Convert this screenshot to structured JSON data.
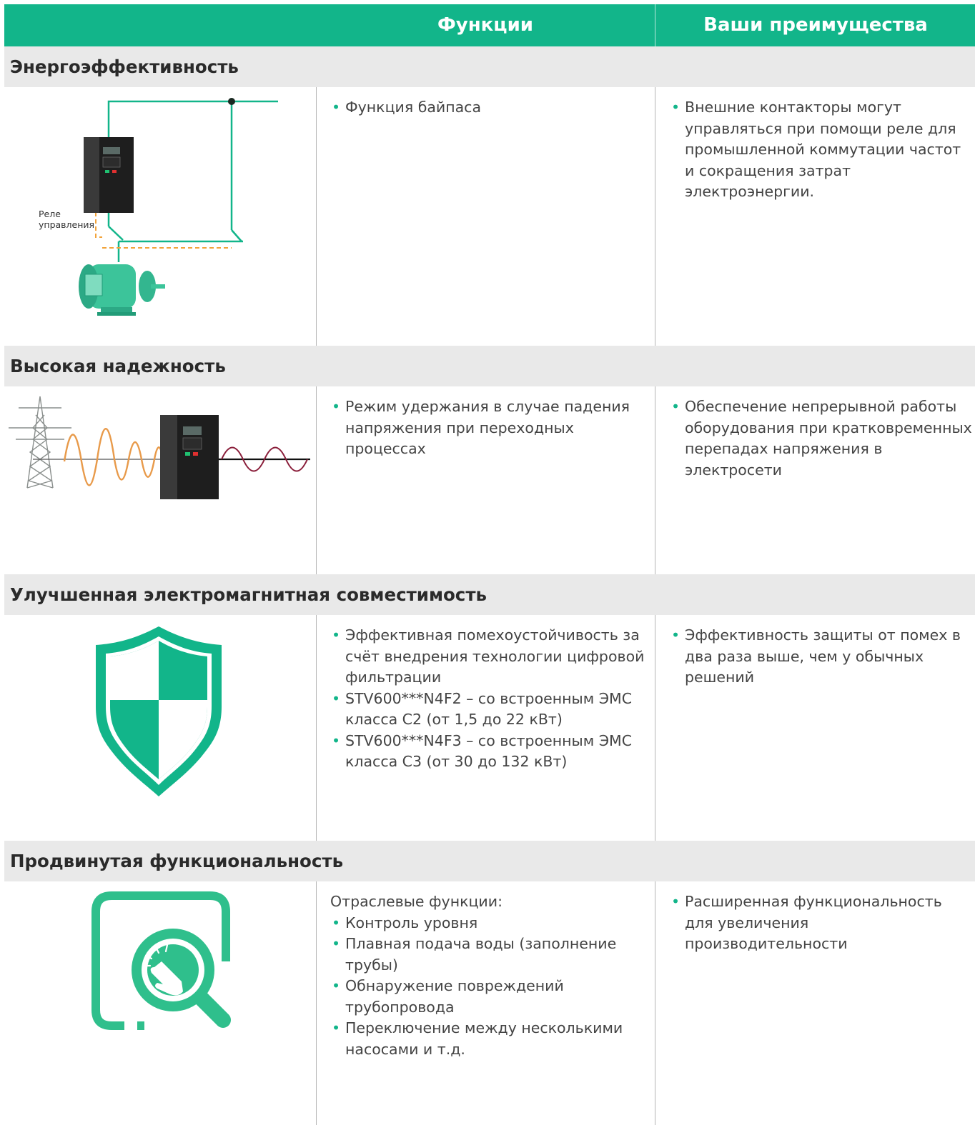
{
  "header": {
    "col_functions": "Функции",
    "col_benefits": "Ваши преимущества"
  },
  "sections": [
    {
      "title": "Энергоэффективность",
      "image_label": "Реле управления",
      "functions": [
        "Функция байпаса"
      ],
      "benefits": [
        "Внешние контакторы могут управляться при помощи реле для промышленной коммутации частот и сокращения затрат электроэнергии."
      ]
    },
    {
      "title": "Высокая надежность",
      "functions": [
        "Режим удержания в случае падения напряжения при переходных процессах"
      ],
      "benefits": [
        "Обеспечение непрерывной работы оборудования при кратковременных перепадах напряжения в электросети"
      ]
    },
    {
      "title": "Улучшенная электромагнитная совместимость",
      "functions": [
        "Эффективная помехоустойчивость за счёт внедрения технологии цифровой фильтрации",
        "STV600***N4F2 – со встроенным ЭМС класса C2 (от 1,5 до 22 кВт)",
        "STV600***N4F3 – со встроенным ЭМС класса C3 (от 30 до 132 кВт)"
      ],
      "benefits": [
        "Эффективность защиты от помех в два раза выше, чем у обычных решений"
      ]
    },
    {
      "title": "Продвинутая функциональность",
      "functions_intro": "Отраслевые функции:",
      "functions": [
        "Контроль уровня",
        "Плавная подача воды (заполнение трубы)",
        "Обнаружение повреждений трубопровода",
        "Переключение между несколькими насосами и т.д."
      ],
      "benefits": [
        "Расширенная функциональность для увеличения производительности"
      ]
    }
  ],
  "colors": {
    "accent": "#12b58a",
    "band": "#e9e9e9",
    "orange": "#f2a33a"
  },
  "icons": [
    "drive-unit-icon",
    "motor-icon",
    "power-pylon-icon",
    "shield-icon",
    "touch-search-icon"
  ]
}
